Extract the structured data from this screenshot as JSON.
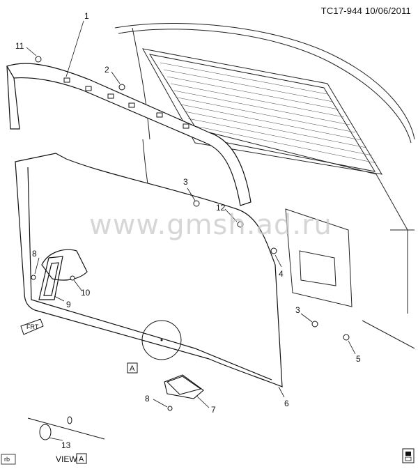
{
  "header": {
    "code": "TC17-944  10/06/2011"
  },
  "watermark": "www.gmsh.ad.ru",
  "callouts": [
    "1",
    "2",
    "11",
    "3",
    "12",
    "4",
    "8",
    "10",
    "9",
    "3",
    "5",
    "6",
    "7",
    "8",
    "13"
  ],
  "view_ref": {
    "label": "VIEW",
    "box": "A"
  },
  "detail_marker": "A",
  "corner_code": "rb",
  "front_arrow": "FRT"
}
